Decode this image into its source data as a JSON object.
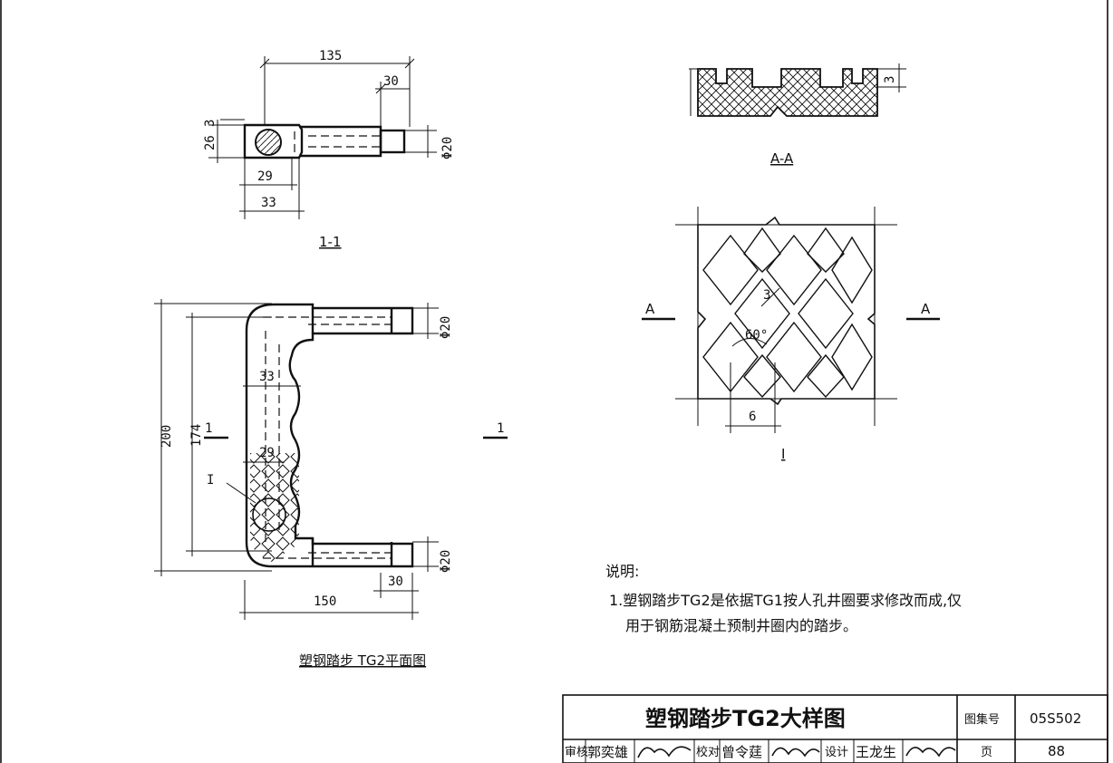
{
  "views": {
    "section_1_1": {
      "title": "1-1",
      "dims": {
        "length": "135",
        "tip": "30",
        "gap": "3",
        "height": "26",
        "dia": "Φ20",
        "inner": "29",
        "outer": "33"
      }
    },
    "plan": {
      "title": "塑钢踏步 TG2平面图",
      "dims": {
        "total_height": "200",
        "inner_height": "174",
        "outer_width": "33",
        "inner_width": "29",
        "dia_top": "Φ20",
        "dia_bottom": "Φ20",
        "tip": "30",
        "length": "150"
      },
      "section_mark": "1",
      "detail_mark": "I"
    },
    "section_a_a": {
      "title": "A-A",
      "dims": {
        "depth": "3"
      }
    },
    "detail_i": {
      "title": "I",
      "section_mark": "A",
      "dims": {
        "width": "3",
        "angle": "60°",
        "pitch": "6"
      }
    }
  },
  "notes": {
    "heading": "说明:",
    "items": [
      "1.塑钢踏步TG2是依据TG1按人孔井圈要求修改而成,仅",
      "用于钢筋混凝土预制井圈内的踏步。"
    ]
  },
  "title_block": {
    "drawing_title": "塑钢踏步TG2大样图",
    "atlas_label": "图集号",
    "atlas_no": "05S502",
    "page_label": "页",
    "page_no": "88",
    "review_label": "审核",
    "reviewer": "郭奕雄",
    "check_label": "校对",
    "checker": "曾令莛",
    "design_label": "设计",
    "designer": "王龙生"
  }
}
